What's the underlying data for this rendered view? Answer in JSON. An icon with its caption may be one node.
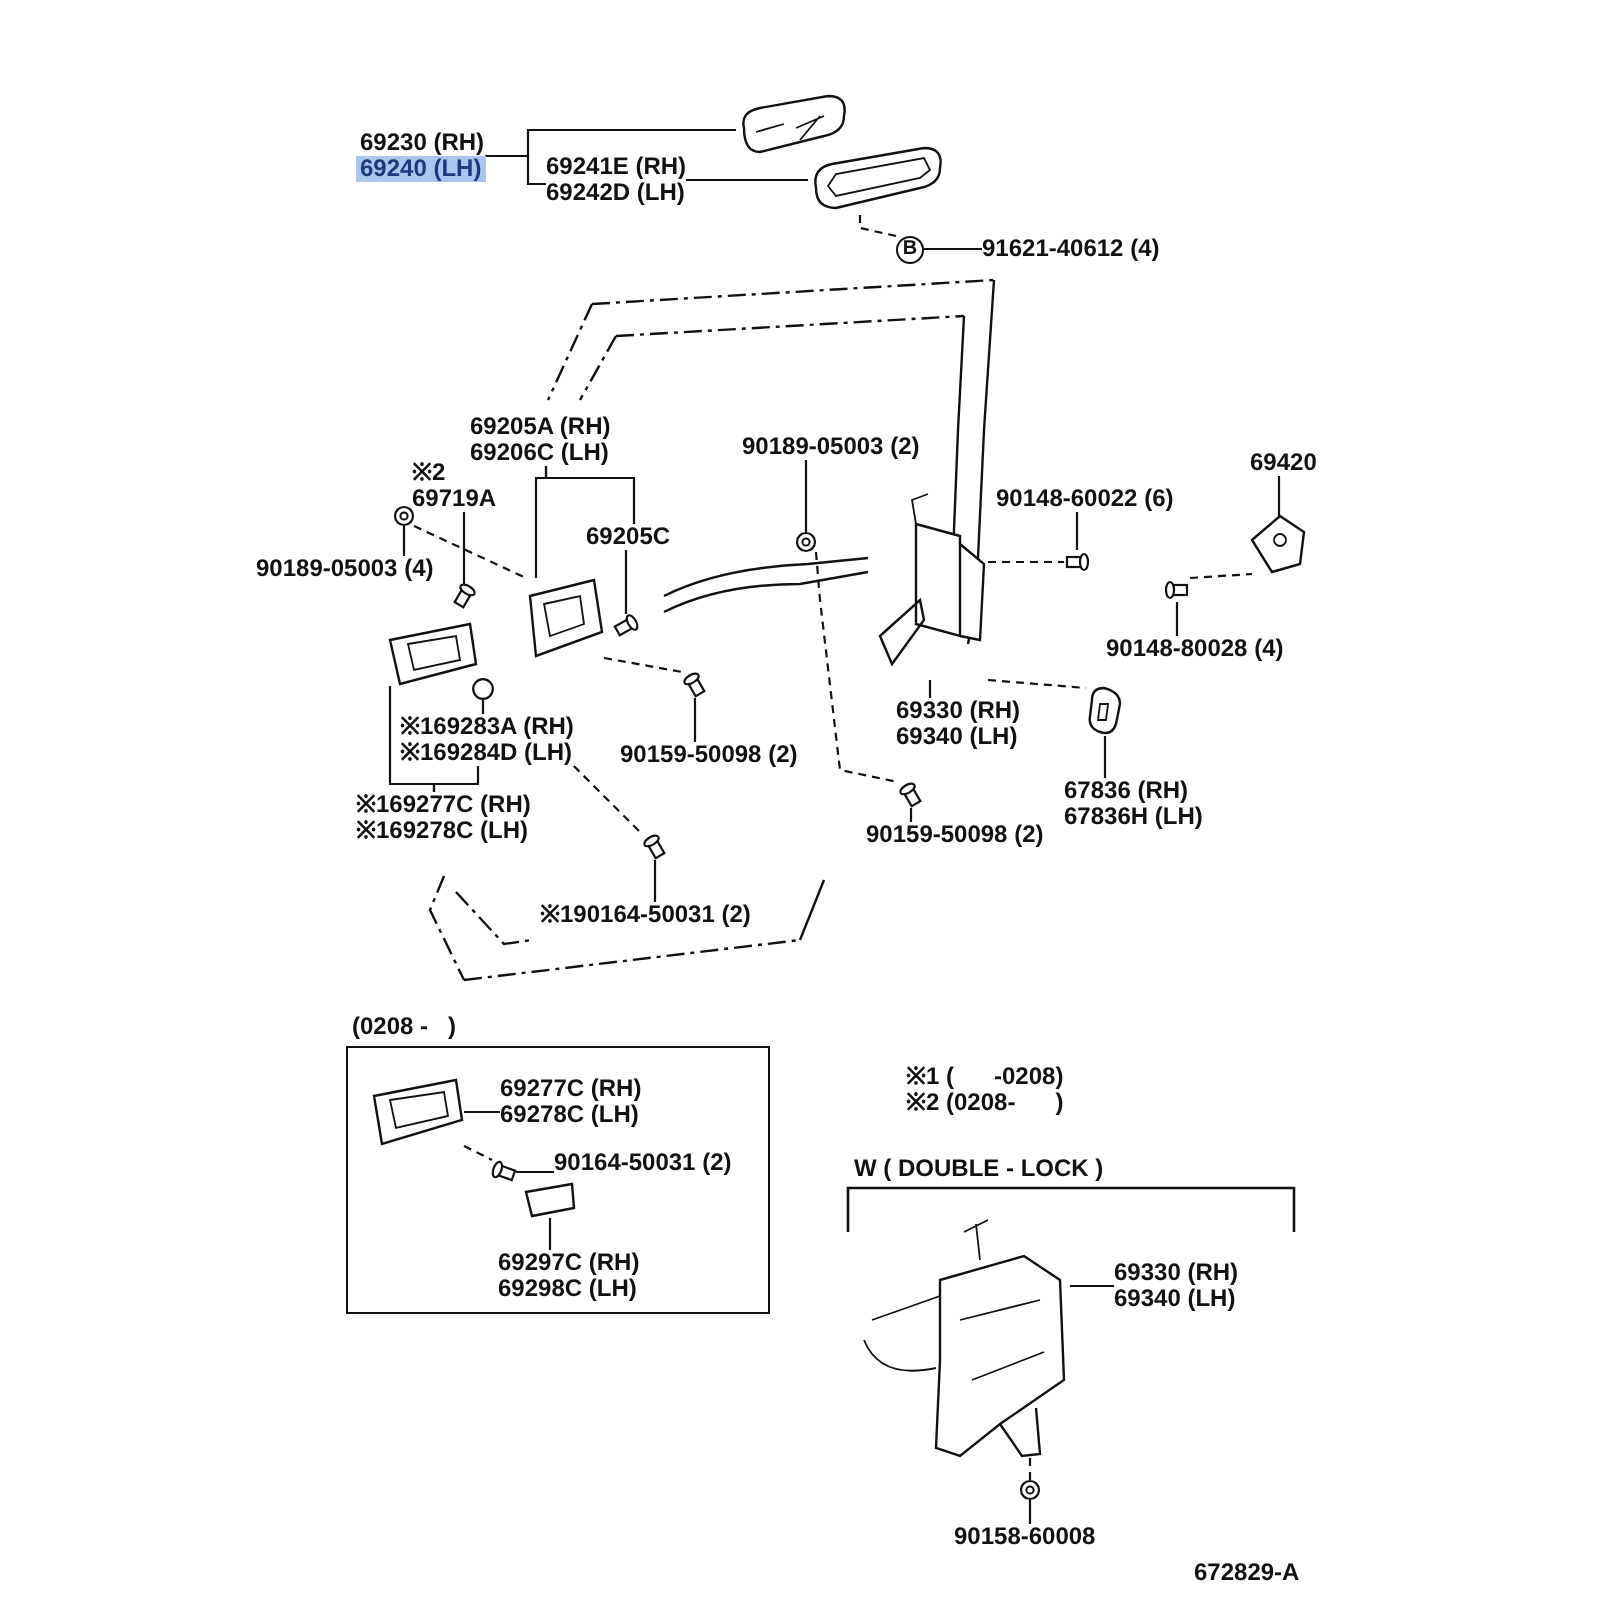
{
  "diagram": {
    "nodes": [
      {
        "text": [
          "69230 (RH)",
          "69240 (LH)"
        ]
      },
      {
        "text": [
          "69241E (RH)",
          "69242D (LH)"
        ]
      },
      {
        "text": [
          "B"
        ]
      },
      {
        "text": [
          "91621-40612 (4)"
        ]
      },
      {
        "text": [
          "69205A (RH)",
          "69206C (LH)"
        ]
      },
      {
        "text": [
          "69205C"
        ]
      },
      {
        "text": [
          "※2",
          "69719A"
        ]
      },
      {
        "text": [
          "90189-05003 (4)"
        ]
      },
      {
        "text": [
          "90189-05003 (2)"
        ]
      },
      {
        "text": [
          "90148-60022 (6)"
        ]
      },
      {
        "text": [
          "69420"
        ]
      },
      {
        "text": [
          "90148-80028 (4)"
        ]
      },
      {
        "text": [
          "69330 (RH)",
          "69340 (LH)"
        ]
      },
      {
        "text": [
          "67836 (RH)",
          "67836H (LH)"
        ]
      },
      {
        "text": [
          "90159-50098 (2)"
        ]
      },
      {
        "text": [
          "90159-50098 (2)"
        ]
      },
      {
        "text": [
          "※169283A (RH)",
          "※169284D (LH)"
        ]
      },
      {
        "text": [
          "※169277C (RH)",
          "※169278C (LH)"
        ]
      },
      {
        "text": [
          "※190164-50031 (2)"
        ]
      },
      {
        "text": [
          "(0208 -   )"
        ]
      },
      {
        "text": [
          "69277C (RH)",
          "69278C (LH)"
        ],
        "in": 19
      },
      {
        "text": [
          "90164-50031 (2)"
        ],
        "in": 19
      },
      {
        "text": [
          "69297C (RH)",
          "69298C (LH)"
        ],
        "in": 19
      },
      {
        "text": [
          "W ( DOUBLE - LOCK )"
        ]
      },
      {
        "text": [
          "69330 (RH)",
          "69340 (LH)"
        ]
      },
      {
        "text": [
          "90158-60008"
        ]
      },
      {
        "text": [],
        "shape": "picture"
      },
      {
        "text": [],
        "shape": "picture"
      },
      {
        "text": [],
        "shape": "picture"
      },
      {
        "text": [],
        "shape": "screw"
      },
      {
        "text": [],
        "shape": "picture"
      },
      {
        "text": [],
        "shape": "screw"
      },
      {
        "text": [],
        "shape": "picture"
      },
      {
        "text": [],
        "shape": "picture"
      },
      {
        "text": [],
        "shape": "picture"
      },
      {
        "text": [],
        "shape": "picture"
      },
      {
        "text": [],
        "shape": "picture"
      },
      {
        "text": [],
        "shape": "picture"
      },
      {
        "text": [],
        "shape": "screw"
      },
      {
        "text": [],
        "shape": "screw"
      },
      {
        "text": [],
        "shape": "picture"
      },
      {
        "text": [],
        "shape": "circle"
      },
      {
        "text": [],
        "shape": "screw"
      },
      {
        "text": [],
        "shape": "picture",
        "in": 19
      },
      {
        "text": [],
        "shape": "screw",
        "in": 19
      },
      {
        "text": [],
        "shape": "picture",
        "in": 19
      },
      {
        "text": [],
        "shape": "picture"
      },
      {
        "text": [],
        "shape": "picture"
      }
    ],
    "edges": [
      {
        "from": 0,
        "to": 1,
        "arrow": "none"
      },
      {
        "from": 0,
        "to": 26,
        "arrow": "none"
      },
      {
        "from": 1,
        "to": 27,
        "arrow": "none"
      },
      {
        "from": 2,
        "to": 3,
        "arrow": "none"
      },
      {
        "from": 2,
        "to": 27,
        "arrow": "none",
        "style": "dashed"
      },
      {
        "from": 4,
        "to": 30,
        "arrow": "none"
      },
      {
        "from": 4,
        "to": 5,
        "arrow": "none"
      },
      {
        "from": 5,
        "to": 31,
        "arrow": "none"
      },
      {
        "from": 6,
        "to": 29,
        "arrow": "none"
      },
      {
        "from": 7,
        "to": 28,
        "arrow": "none"
      },
      {
        "from": 8,
        "to": 32,
        "arrow": "none"
      },
      {
        "from": 9,
        "to": 34,
        "arrow": "none"
      },
      {
        "from": 10,
        "to": 35,
        "arrow": "none"
      },
      {
        "from": 11,
        "to": 36,
        "arrow": "none"
      },
      {
        "from": 12,
        "to": 33,
        "arrow": "none"
      },
      {
        "from": 13,
        "to": 37,
        "arrow": "none"
      },
      {
        "from": 14,
        "to": 38,
        "arrow": "none"
      },
      {
        "from": 15,
        "to": 39,
        "arrow": "none"
      },
      {
        "from": 16,
        "to": 41,
        "arrow": "none"
      },
      {
        "from": 17,
        "to": 40,
        "arrow": "none"
      },
      {
        "from": 17,
        "to": 16,
        "arrow": "none"
      },
      {
        "from": 18,
        "to": 42,
        "arrow": "none"
      },
      {
        "from": 20,
        "to": 43,
        "arrow": "none"
      },
      {
        "from": 21,
        "to": 44,
        "arrow": "none"
      },
      {
        "from": 22,
        "to": 45,
        "arrow": "none"
      },
      {
        "from": 24,
        "to": 46,
        "arrow": "none"
      },
      {
        "from": 25,
        "to": 47,
        "arrow": "none"
      },
      {
        "from": 28,
        "to": 30,
        "arrow": "none",
        "style": "dashed"
      },
      {
        "from": 30,
        "to": 38,
        "arrow": "none",
        "style": "dashed"
      },
      {
        "from": 16,
        "to": 42,
        "arrow": "none",
        "style": "dashed"
      },
      {
        "from": 32,
        "to": 39,
        "arrow": "none",
        "style": "dashed"
      },
      {
        "from": 33,
        "to": 34,
        "arrow": "none",
        "style": "dashed"
      },
      {
        "from": 36,
        "to": 35,
        "arrow": "none",
        "style": "dashed"
      },
      {
        "from": 33,
        "to": 37,
        "arrow": "none",
        "style": "dashed"
      },
      {
        "from": 43,
        "to": 44,
        "arrow": "none",
        "style": "dashed"
      },
      {
        "from": 46,
        "to": 47,
        "arrow": "none",
        "style": "dashed"
      }
    ],
    "labels": [
      "※1 (      -0208)",
      "※2 (0208-      )",
      "672829-A"
    ]
  }
}
